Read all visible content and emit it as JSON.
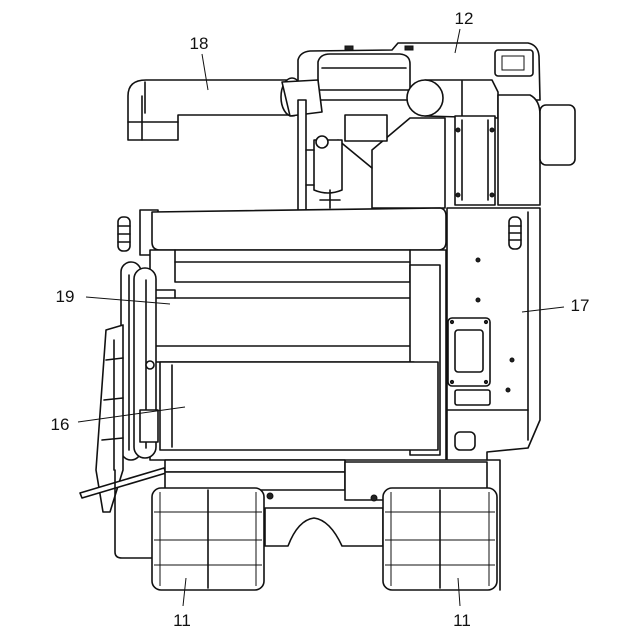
{
  "labels": [
    "12",
    "18",
    "19",
    "17",
    "16",
    "11",
    "11"
  ]
}
